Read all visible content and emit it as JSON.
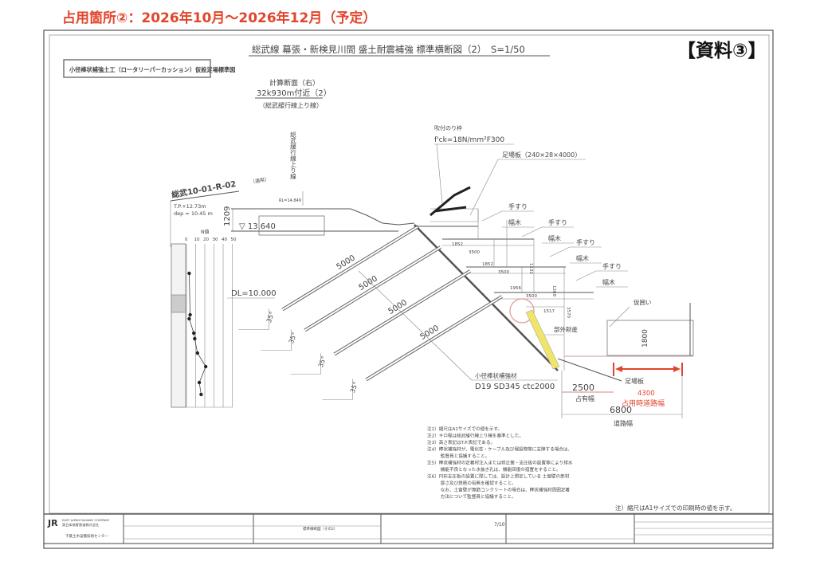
{
  "header": {
    "occupancy_title": "占用箇所②：2026年10月～2026年12月（予定）",
    "document_ref": "【資料③】"
  },
  "drawing": {
    "title": "総武線 幕張・新検見川間 盛土耐震補強 標準横断図（2）　S=1/50",
    "subtitle_box": "小径棒状補強土工（ロータリーパーカッション）仮設足場標準図",
    "section_label": "計算断面（右）",
    "section_location": "32k930m付近（2）",
    "section_line": "（総武緩行線上り線）",
    "track_label_vertical": "総武緩行線上り線",
    "boring_id": "総武10-01-R-02",
    "boring_applied": "（適用）",
    "boring_tp": "T.P.+12.73m",
    "boring_dep": "dep = 10.45 m",
    "rl": "RL=14.849",
    "height_1209": "1209",
    "level_13640": "▽ 13.640",
    "n_value_label": "N値",
    "n_ticks": [
      "0",
      "10",
      "20",
      "30",
      "40",
      "50"
    ],
    "n_values": [
      3,
      4,
      3,
      8,
      9,
      12,
      21,
      14,
      16
    ],
    "dl": "DL=10.000",
    "bar_lengths": [
      "5000",
      "5000",
      "5000",
      "5000"
    ],
    "angle": "35°",
    "spray_label": "吹付のり枠",
    "spray_spec": "f'ck=18N/mm²F300",
    "plank_spec": "足場板（240×28×4000）",
    "handrail": "手すり",
    "toeboard": "幅木",
    "dims": [
      "1852",
      "3500",
      "1852",
      "3500",
      "1956",
      "3500",
      "1517",
      "1132",
      "1269",
      "3570"
    ],
    "exterior_label": "部外財産",
    "fence_label": "仮囲い",
    "fence_height": "1800",
    "plank_label": "足場板",
    "reinforcement_label": "小径棒状補強材",
    "reinforcement_spec": "D19 SD345 ctc2000",
    "occupied_width": "2500",
    "occupied_width_label": "占有幅",
    "road_width_during": "4300",
    "road_width_during_label": "占用時道路幅",
    "road_width": "6800",
    "road_width_label": "道路幅",
    "notes": [
      "注1）縮尺はA1サイズでの値を示す。",
      "注2）キロ程は総武緩行線上り線を基準とした。",
      "注3）高さ表記はT.P.表記である。",
      "注4）棒状補強材が、電化柱・ケーブル及び埋設物等に支障する場合は、",
      "　　　監督員と協議すること。",
      "注5）棒状補強材の定着材注入または修正箇・支圧板の設置等により排水",
      "　　　機能不良となった水抜き孔は、機能回復の措置をすること。",
      "注6）円形支圧板の設置に際しては、設計上想定している 土留壁の部材",
      "　　　厚さ及び鉄筋の有無を確認すること。",
      "　　　なお、土留壁が無筋コンクリートの場合は、棒状補強材周囲定着",
      "　　　方法について監督員と協議すること。"
    ],
    "scale_note": "注）縮尺はA1サイズでの印刷時の値を示す。"
  },
  "title_block": {
    "company_en": "EAST JAPAN RAILWAY COMPANY",
    "company_jp": "東日本旅客鉄道株式会社",
    "center": "千葉土木設備技術センター",
    "drawing_name": "標準横断図（その2）",
    "sheet": "7/10"
  },
  "colors": {
    "accent": "#e2452c",
    "highlight": "#f0e56a"
  }
}
